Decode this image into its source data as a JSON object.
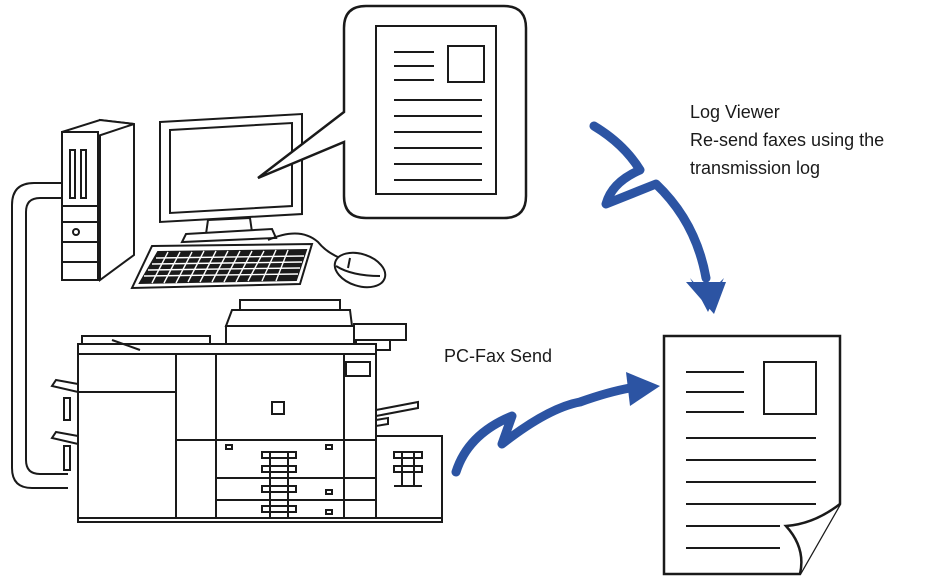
{
  "labels": {
    "log_viewer": {
      "title": "Log Viewer",
      "lines": [
        "Re-send faxes using the",
        "transmission log"
      ]
    },
    "pc_fax_send": "PC-Fax Send"
  },
  "colors": {
    "arrow": "#2c54a3",
    "outline": "#1a1a1a",
    "background": "#ffffff"
  },
  "icons": [
    "computer-tower-icon",
    "monitor-icon",
    "keyboard-icon",
    "mouse-icon",
    "multifunction-printer-icon",
    "document-icon",
    "curved-arrow-icon"
  ]
}
